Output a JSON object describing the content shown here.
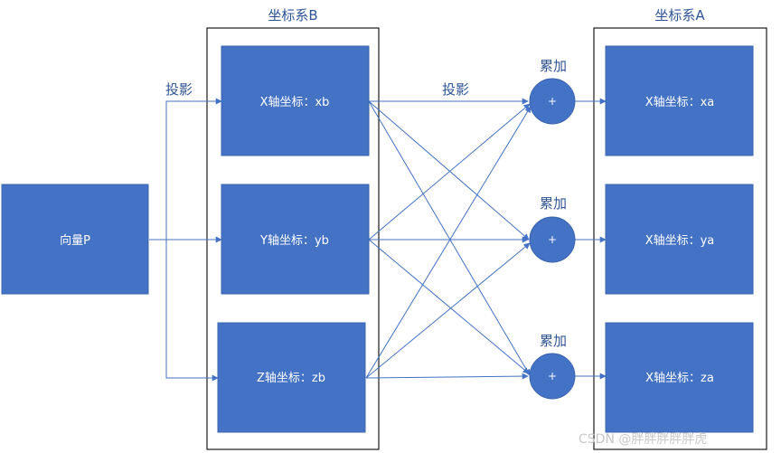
{
  "diagram": {
    "title_b": "坐标系B",
    "title_a": "坐标系A",
    "vector_label": "向量P",
    "projection_left": "投影",
    "projection_mid": "投影",
    "b_boxes": [
      "X轴坐标：xb",
      "Y轴坐标：yb",
      "Z轴坐标：zb"
    ],
    "sum_labels": [
      "累加",
      "累加",
      "累加"
    ],
    "sum_symbol": "+",
    "a_boxes": [
      "X轴坐标：xa",
      "X轴坐标：ya",
      "X轴坐标：za"
    ],
    "watermark": "CSDN @胖胖胖胖胖虎"
  },
  "colors": {
    "box_fill": "#4472c4",
    "edge": "#4472c4",
    "label": "#2f5597",
    "frame": "#1a1a1a"
  }
}
